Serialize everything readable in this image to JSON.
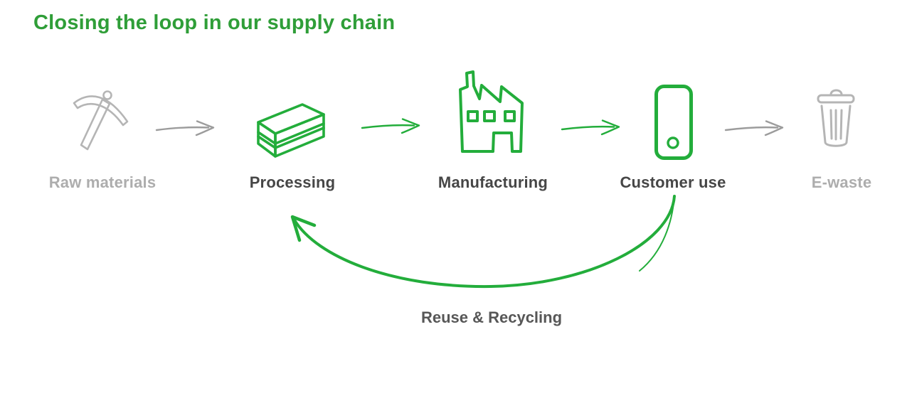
{
  "title": {
    "text": "Closing the loop in our supply chain"
  },
  "colors": {
    "title_green": "#2f9e38",
    "accent_green": "#23ad3b",
    "icon_gray": "#b5b5b5",
    "arrow_gray": "#9c9c9c",
    "label_muted": "#adadad",
    "label_dark": "#464646",
    "loop_label": "#575757",
    "background": "#ffffff"
  },
  "stages": [
    {
      "label": "Raw materials",
      "icon": "pickaxe-icon",
      "tone": "muted"
    },
    {
      "label": "Processing",
      "icon": "metal-ingots-icon",
      "tone": "green"
    },
    {
      "label": "Manufacturing",
      "icon": "factory-icon",
      "tone": "green"
    },
    {
      "label": "Customer use",
      "icon": "smartphone-icon",
      "tone": "green"
    },
    {
      "label": "E-waste",
      "icon": "trash-can-icon",
      "tone": "muted"
    }
  ],
  "flow_arrows": [
    {
      "from": "Raw materials",
      "to": "Processing",
      "color": "gray"
    },
    {
      "from": "Processing",
      "to": "Manufacturing",
      "color": "green"
    },
    {
      "from": "Manufacturing",
      "to": "Customer use",
      "color": "green"
    },
    {
      "from": "Customer use",
      "to": "E-waste",
      "color": "gray"
    }
  ],
  "loop_arrow": {
    "label": "Reuse & Recycling",
    "from": "Customer use",
    "to": "Processing",
    "color": "green"
  }
}
